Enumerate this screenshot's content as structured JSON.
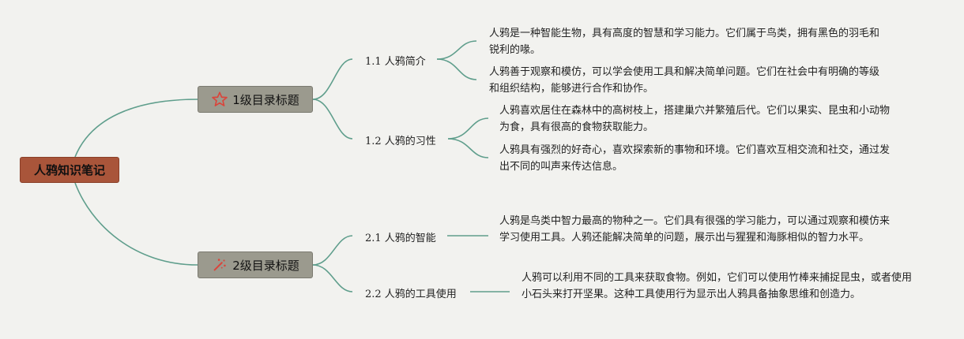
{
  "root": {
    "label": "人鸦知识笔记"
  },
  "branches": [
    {
      "label": "1级目录标题",
      "icon": "star-icon",
      "children": [
        {
          "label": "1.1 人鸦简介",
          "leaves": [
            "人鸦是一种智能生物，具有高度的智慧和学习能力。它们属于鸟类，拥有黑色的羽毛和锐利的喙。",
            "人鸦善于观察和模仿，可以学会使用工具和解决简单问题。它们在社会中有明确的等级和组织结构，能够进行合作和协作。"
          ]
        },
        {
          "label": "1.2 人鸦的习性",
          "leaves": [
            "人鸦喜欢居住在森林中的高树枝上，搭建巢穴并繁殖后代。它们以果实、昆虫和小动物为食，具有很高的食物获取能力。",
            "人鸦具有强烈的好奇心，喜欢探索新的事物和环境。它们喜欢互相交流和社交，通过发出不同的叫声来传达信息。"
          ]
        }
      ]
    },
    {
      "label": "2级目录标题",
      "icon": "magic-wand-icon",
      "children": [
        {
          "label": "2.1 人鸦的智能",
          "leaves": [
            "人鸦是鸟类中智力最高的物种之一。它们具有很强的学习能力，可以通过观察和模仿来学习使用工具。人鸦还能解决简单的问题，展示出与猩猩和海豚相似的智力水平。"
          ]
        },
        {
          "label": "2.2 人鸦的工具使用",
          "leaves": [
            "人鸦可以利用不同的工具来获取食物。例如，它们可以使用竹棒来捕捉昆虫，或者使用小石头来打开坚果。这种工具使用行为显示出人鸦具备抽象思维和创造力。"
          ]
        }
      ]
    }
  ],
  "colors": {
    "link": "#5f9e8c",
    "root": "#a9553a",
    "branch": "#9b9a8e",
    "star": "#d9453c",
    "wand": "#d9453c"
  }
}
